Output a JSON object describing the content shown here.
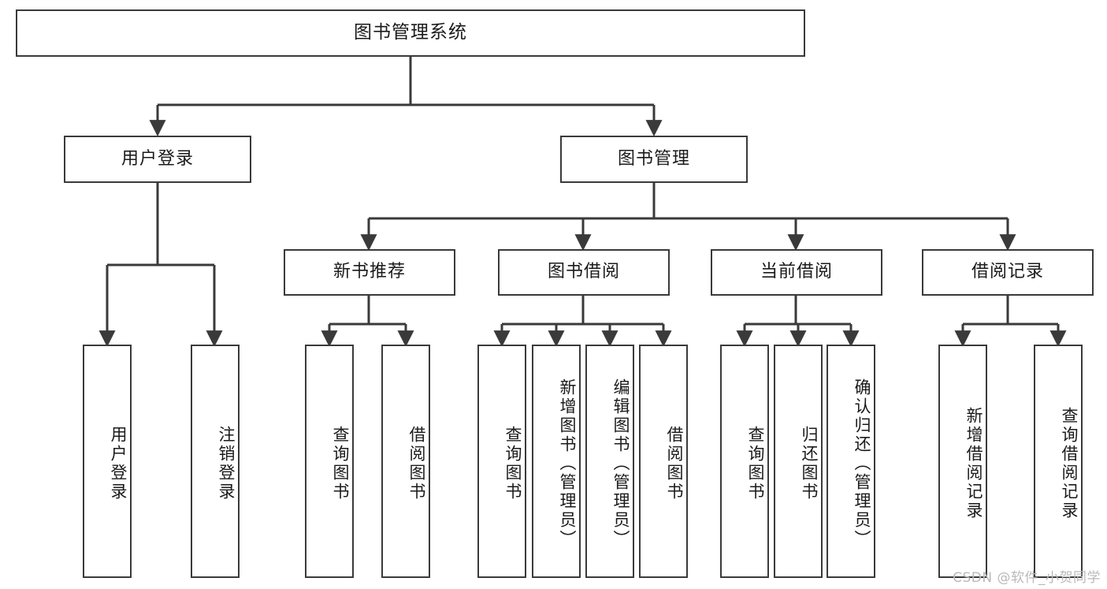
{
  "diagram": {
    "title": "图书管理系统",
    "type": "tree",
    "orientation": "top-down",
    "colors": {
      "border": "#3a3a3a",
      "background": "#ffffff",
      "text": "#1a1a1a",
      "edge": "#3a3a3a",
      "watermark": "#b9b9b9"
    },
    "root": {
      "label": "图书管理系统"
    },
    "level2": [
      {
        "label": "用户登录"
      },
      {
        "label": "图书管理"
      }
    ],
    "level3": [
      {
        "label": "新书推荐"
      },
      {
        "label": "图书借阅"
      },
      {
        "label": "当前借阅"
      },
      {
        "label": "借阅记录"
      }
    ],
    "leaves": {
      "user_login": [
        {
          "label": "用户登录"
        },
        {
          "label": "注销登录"
        }
      ],
      "new_book": [
        {
          "label": "查询图书"
        },
        {
          "label": "借阅图书"
        }
      ],
      "book_borrow": [
        {
          "label": "查询图书"
        },
        {
          "label": "新增图书（管理员）"
        },
        {
          "label": "编辑图书（管理员）"
        },
        {
          "label": "借阅图书"
        }
      ],
      "current_borrow": [
        {
          "label": "查询图书"
        },
        {
          "label": "归还图书"
        },
        {
          "label": "确认归还（管理员）"
        }
      ],
      "borrow_record": [
        {
          "label": "新增借阅记录"
        },
        {
          "label": "查询借阅记录"
        }
      ]
    }
  },
  "watermark": {
    "text": "CSDN @软件_小贺同学"
  }
}
